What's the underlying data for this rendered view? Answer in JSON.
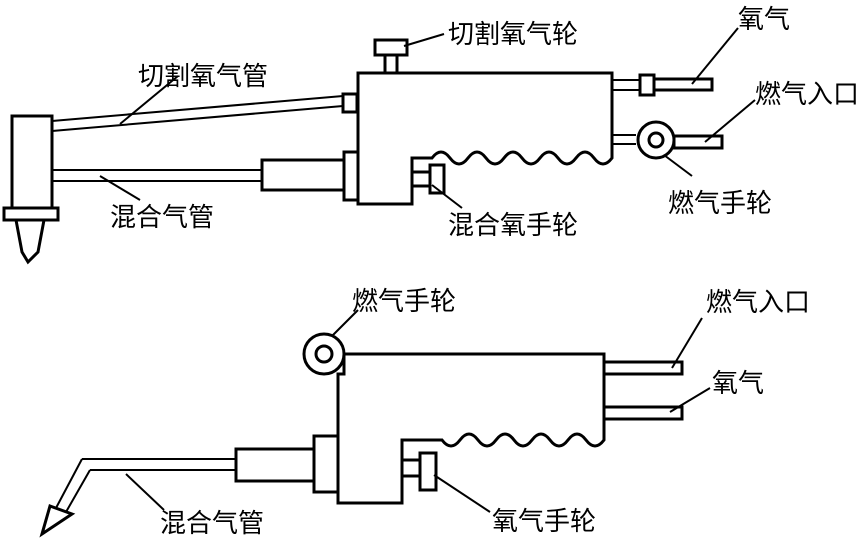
{
  "top_torch": {
    "labels": {
      "cut_oxygen_valve": "切割氧气轮",
      "cut_oxygen_tube": "切割氧气管",
      "oxygen": "氧气",
      "fuel_inlet": "燃气入口",
      "fuel_valve": "燃气手轮",
      "mixing_tube": "混合气管",
      "mixing_oxygen_valve": "混合氧手轮"
    }
  },
  "bottom_torch": {
    "labels": {
      "fuel_valve": "燃气手轮",
      "fuel_inlet": "燃气入口",
      "oxygen": "氧气",
      "mixing_tube": "混合气管",
      "oxygen_valve": "氧气手轮"
    }
  }
}
